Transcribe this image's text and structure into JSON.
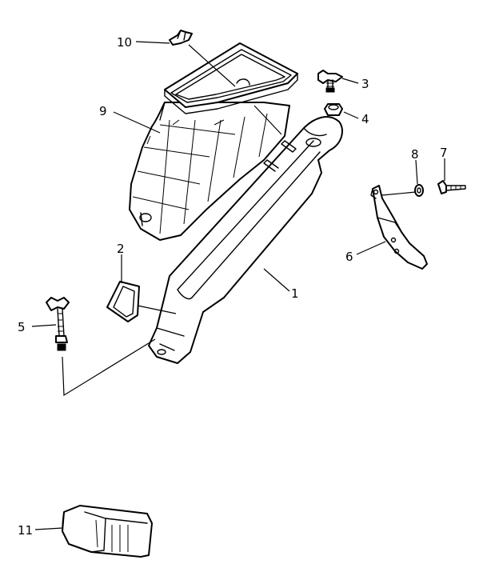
{
  "parts": [
    {
      "id": "duct",
      "callout": "1"
    },
    {
      "id": "seal",
      "callout": "2"
    },
    {
      "id": "wing-bolt-top",
      "callout": "3"
    },
    {
      "id": "collar",
      "callout": "4"
    },
    {
      "id": "wing-bolt-long",
      "callout": "5"
    },
    {
      "id": "bracket",
      "callout": "6"
    },
    {
      "id": "screw",
      "callout": "7"
    },
    {
      "id": "washer",
      "callout": "8"
    },
    {
      "id": "intake-boot",
      "callout": "9"
    },
    {
      "id": "clip",
      "callout": "10"
    },
    {
      "id": "filter-element",
      "callout": "11"
    }
  ]
}
